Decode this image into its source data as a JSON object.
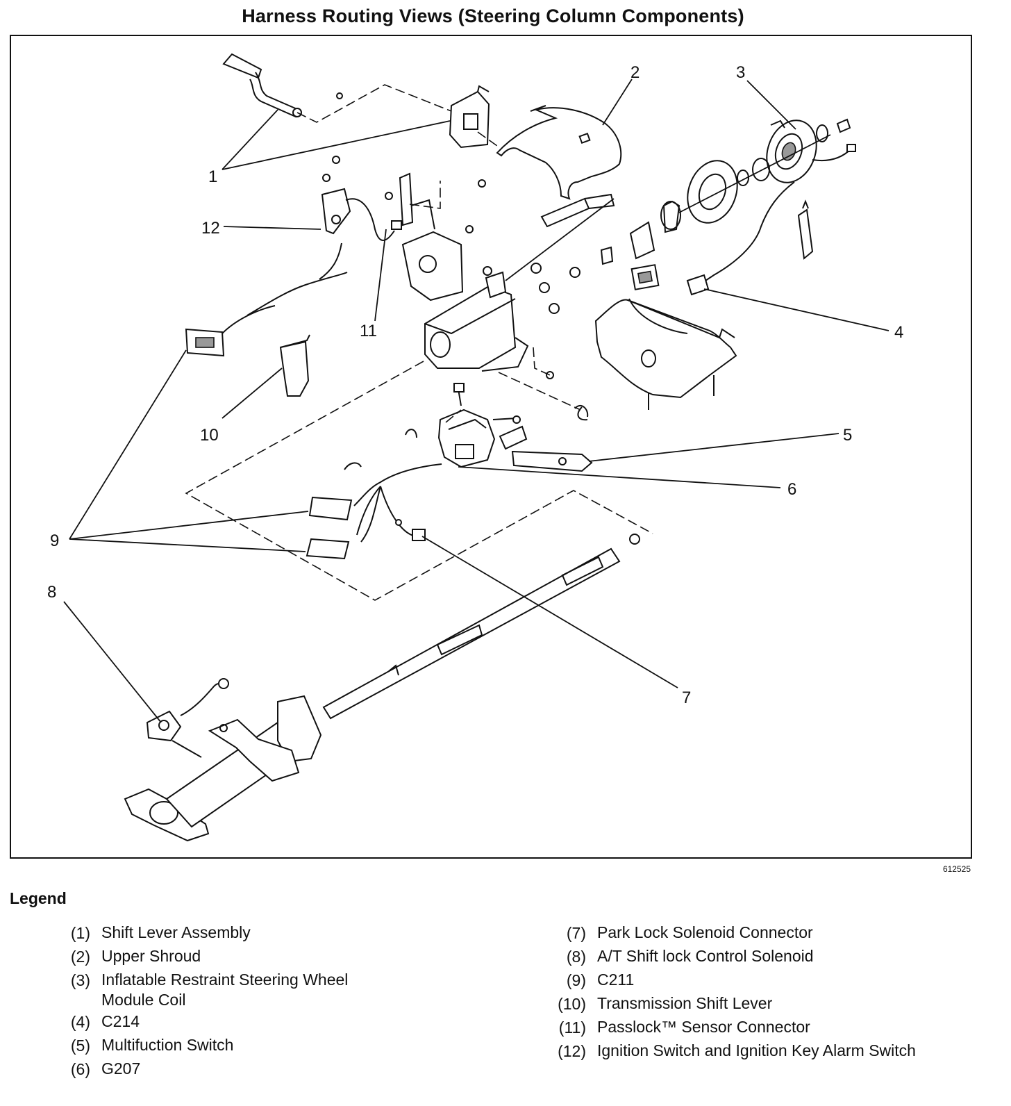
{
  "title": "Harness Routing Views (Steering Column Components)",
  "figure_id": "612525",
  "callouts": [
    "1",
    "2",
    "3",
    "4",
    "5",
    "6",
    "7",
    "8",
    "9",
    "10",
    "11",
    "12"
  ],
  "legend": {
    "heading": "Legend",
    "left": [
      {
        "num": "(1)",
        "text": "Shift Lever Assembly"
      },
      {
        "num": "(2)",
        "text": "Upper Shroud"
      },
      {
        "num": "(3)",
        "text": "Inflatable Restraint Steering Wheel Module Coil"
      },
      {
        "num": "(4)",
        "text": "C214"
      },
      {
        "num": "(5)",
        "text": "Multifuction Switch"
      },
      {
        "num": "(6)",
        "text": "G207"
      }
    ],
    "right": [
      {
        "num": "(7)",
        "text": "Park Lock Solenoid Connector"
      },
      {
        "num": "(8)",
        "text": "A/T Shift lock Control Solenoid"
      },
      {
        "num": "(9)",
        "text": "C211"
      },
      {
        "num": "(10)",
        "text": "Transmission Shift Lever"
      },
      {
        "num": "(11)",
        "text": "Passlock™ Sensor Connector"
      },
      {
        "num": "(12)",
        "text": "Ignition Switch and Ignition Key Alarm Switch"
      }
    ]
  }
}
